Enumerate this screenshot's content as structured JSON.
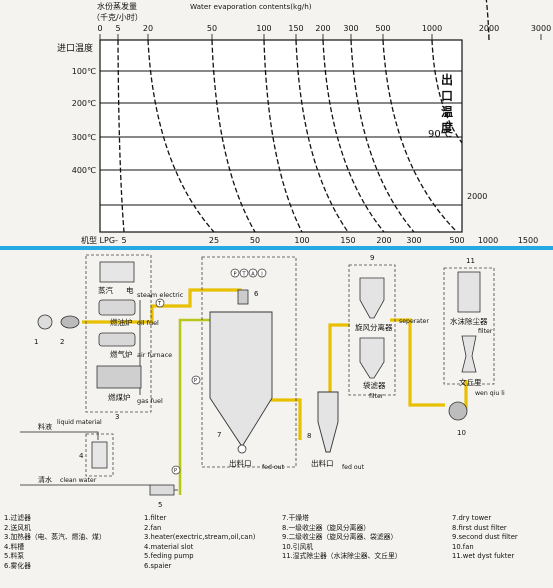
{
  "chart": {
    "top_axis_title": "Water evaporation contents(kg/h)",
    "cn_title_line1": "水份蒸发量",
    "cn_title_line2": "（千克/小时）",
    "top_ticks": [
      {
        "label": "0"
      },
      {
        "label": "5"
      },
      {
        "label": "20"
      },
      {
        "label": "50"
      },
      {
        "label": "100"
      },
      {
        "label": "150"
      },
      {
        "label": "200"
      },
      {
        "label": "300"
      },
      {
        "label": "500"
      },
      {
        "label": "1000"
      },
      {
        "label": "2000"
      },
      {
        "label": "3000"
      }
    ],
    "inlet_temp_label": "进口温度",
    "y_ticks": [
      "100℃",
      "200℃",
      "300℃",
      "400℃"
    ],
    "outlet_temp_label": [
      "出",
      "口",
      "温",
      "度"
    ],
    "outlet_temp_value": "90℃",
    "right_value": "2000",
    "model_prefix": "机型 LPG-",
    "model_ticks": [
      "5",
      "25",
      "50",
      "100",
      "150",
      "200",
      "300",
      "500",
      "1000",
      "1500"
    ],
    "grid_color": "#1a1a1a",
    "band_color": "#25a9e0"
  },
  "process": {
    "steam_cn": "蒸汽",
    "electric_cn": "电",
    "steam_electric": "steam electric",
    "oil_heater_cn": "燃油炉",
    "oil_fuel": "oil fuel",
    "gas_heater_cn": "燃气炉",
    "air_furnace": "air furnace",
    "coal_heater_cn": "燃煤炉",
    "gas_fuel": "gas fuel",
    "liquid_cn": "料液",
    "liquid_material": "liquid material",
    "water_cn": "清水",
    "clean_water": "clean water",
    "cyclone_cn": "旋风分离器",
    "bag_filter_cn": "袋滤器",
    "filter": "filter",
    "separator": "seperater",
    "foam_dust_cn": "水沫除尘器",
    "venturi_cn": "文丘里",
    "wen_qiu_li": "wen qiu li",
    "discharge_cn": "出料口",
    "fed_out": "fed out",
    "instr_top": [
      "P",
      "T",
      "A",
      "I"
    ],
    "instr_p": "P",
    "instr_t": "T",
    "numbers": [
      "1",
      "2",
      "3",
      "4",
      "5",
      "6",
      "7",
      "8",
      "9",
      "10",
      "11"
    ],
    "line_color": "#e8c000",
    "pipe_color": "#b7c71b"
  },
  "legend": {
    "col1": [
      "1.过滤器",
      "2.送风机",
      "3.加热器（电、蒸汽、燃油、煤）",
      "4.料槽",
      "5.料泵",
      "6.雾化器"
    ],
    "col2": [
      "1.filter",
      "2.fan",
      "3.heater(exectric,stream,oil,can)",
      "4.material slot",
      "5.feding pump",
      "6.spaier"
    ],
    "col3": [
      "7.干燥塔",
      "8.一级收尘器（旋风分离器）",
      "9.二级收尘器（旋风分离器、袋滤器）",
      "10.引风机",
      "11.湿式除尘器（水沫除尘器、文丘里）"
    ],
    "col4": [
      "7.dry tower",
      "8.first dust filter",
      "9.second dust filter",
      "10.fan",
      "11.wet dyst fukter"
    ]
  }
}
